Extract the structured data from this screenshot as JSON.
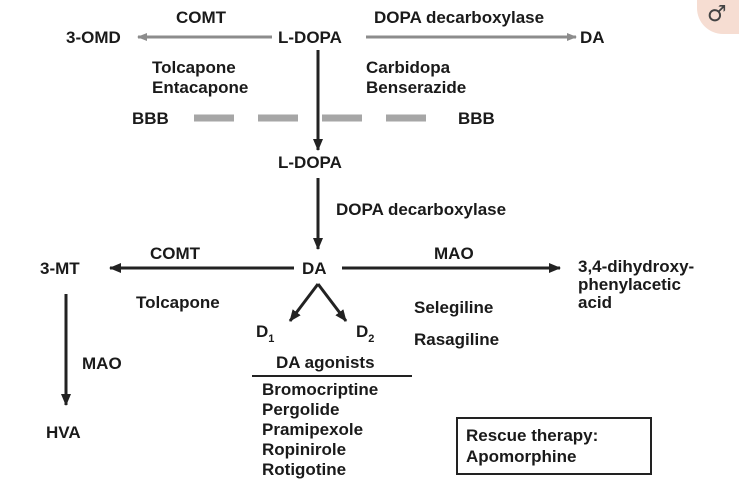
{
  "top": {
    "source": "L-DOPA",
    "left_product": "3-OMD",
    "right_product": "DA",
    "left_enzyme": "COMT",
    "right_enzyme": "DOPA decarboxylase",
    "comt_inhibitors": [
      "Tolcapone",
      "Entacapone"
    ],
    "ddc_inhibitors": [
      "Carbidopa",
      "Benserazide"
    ]
  },
  "bbb": {
    "left": "BBB",
    "right": "BBB"
  },
  "brain": {
    "ldopa": "L-DOPA",
    "enzyme": "DOPA decarboxylase",
    "dopamine": "DA",
    "left_enzyme": "COMT",
    "left_product": "3-MT",
    "left_inhibitor": "Tolcapone",
    "right_enzyme": "MAO",
    "right_product": [
      "3,4-dihydroxy-",
      "phenylacetic",
      "acid"
    ],
    "mao_inhibitors": [
      "Selegiline",
      "Rasagiline"
    ],
    "down_enzyme": "MAO",
    "down_product": "HVA"
  },
  "receptors": {
    "d1_letter": "D",
    "d1_sub": "1",
    "d2_letter": "D",
    "d2_sub": "2"
  },
  "agonists": {
    "heading": "DA agonists",
    "drugs": [
      "Bromocriptine",
      "Pergolide",
      "Pramipexole",
      "Ropinirole",
      "Rotigotine"
    ]
  },
  "rescue": {
    "line1": "Rescue therapy:",
    "line2": "Apomorphine"
  },
  "colors": {
    "gray_arrow": "#8c8c8c",
    "black_arrow": "#222222",
    "bbb_dash": "#a6a6a6",
    "logo_bg": "#f6ddd2"
  },
  "icons": {
    "corner": "gender-symbol-icon"
  },
  "corner_glyph": "♂"
}
